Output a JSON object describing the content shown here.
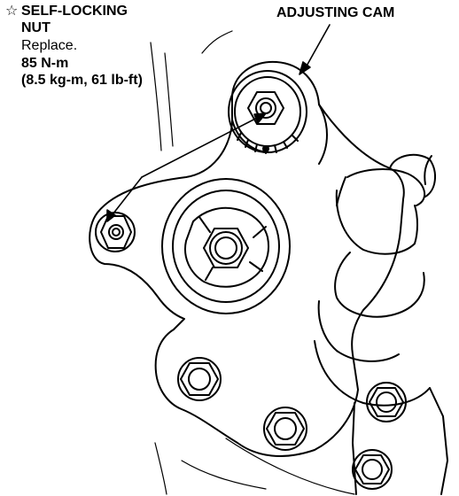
{
  "callouts": {
    "nut_symbol": "☆",
    "nut_title_1": "SELF-LOCKING",
    "nut_title_2": "NUT",
    "nut_note": "Replace.",
    "torque_1": "85 N-m",
    "torque_2": "(8.5 kg-m, 61 lb-ft)",
    "cam_title": "ADJUSTING CAM"
  }
}
